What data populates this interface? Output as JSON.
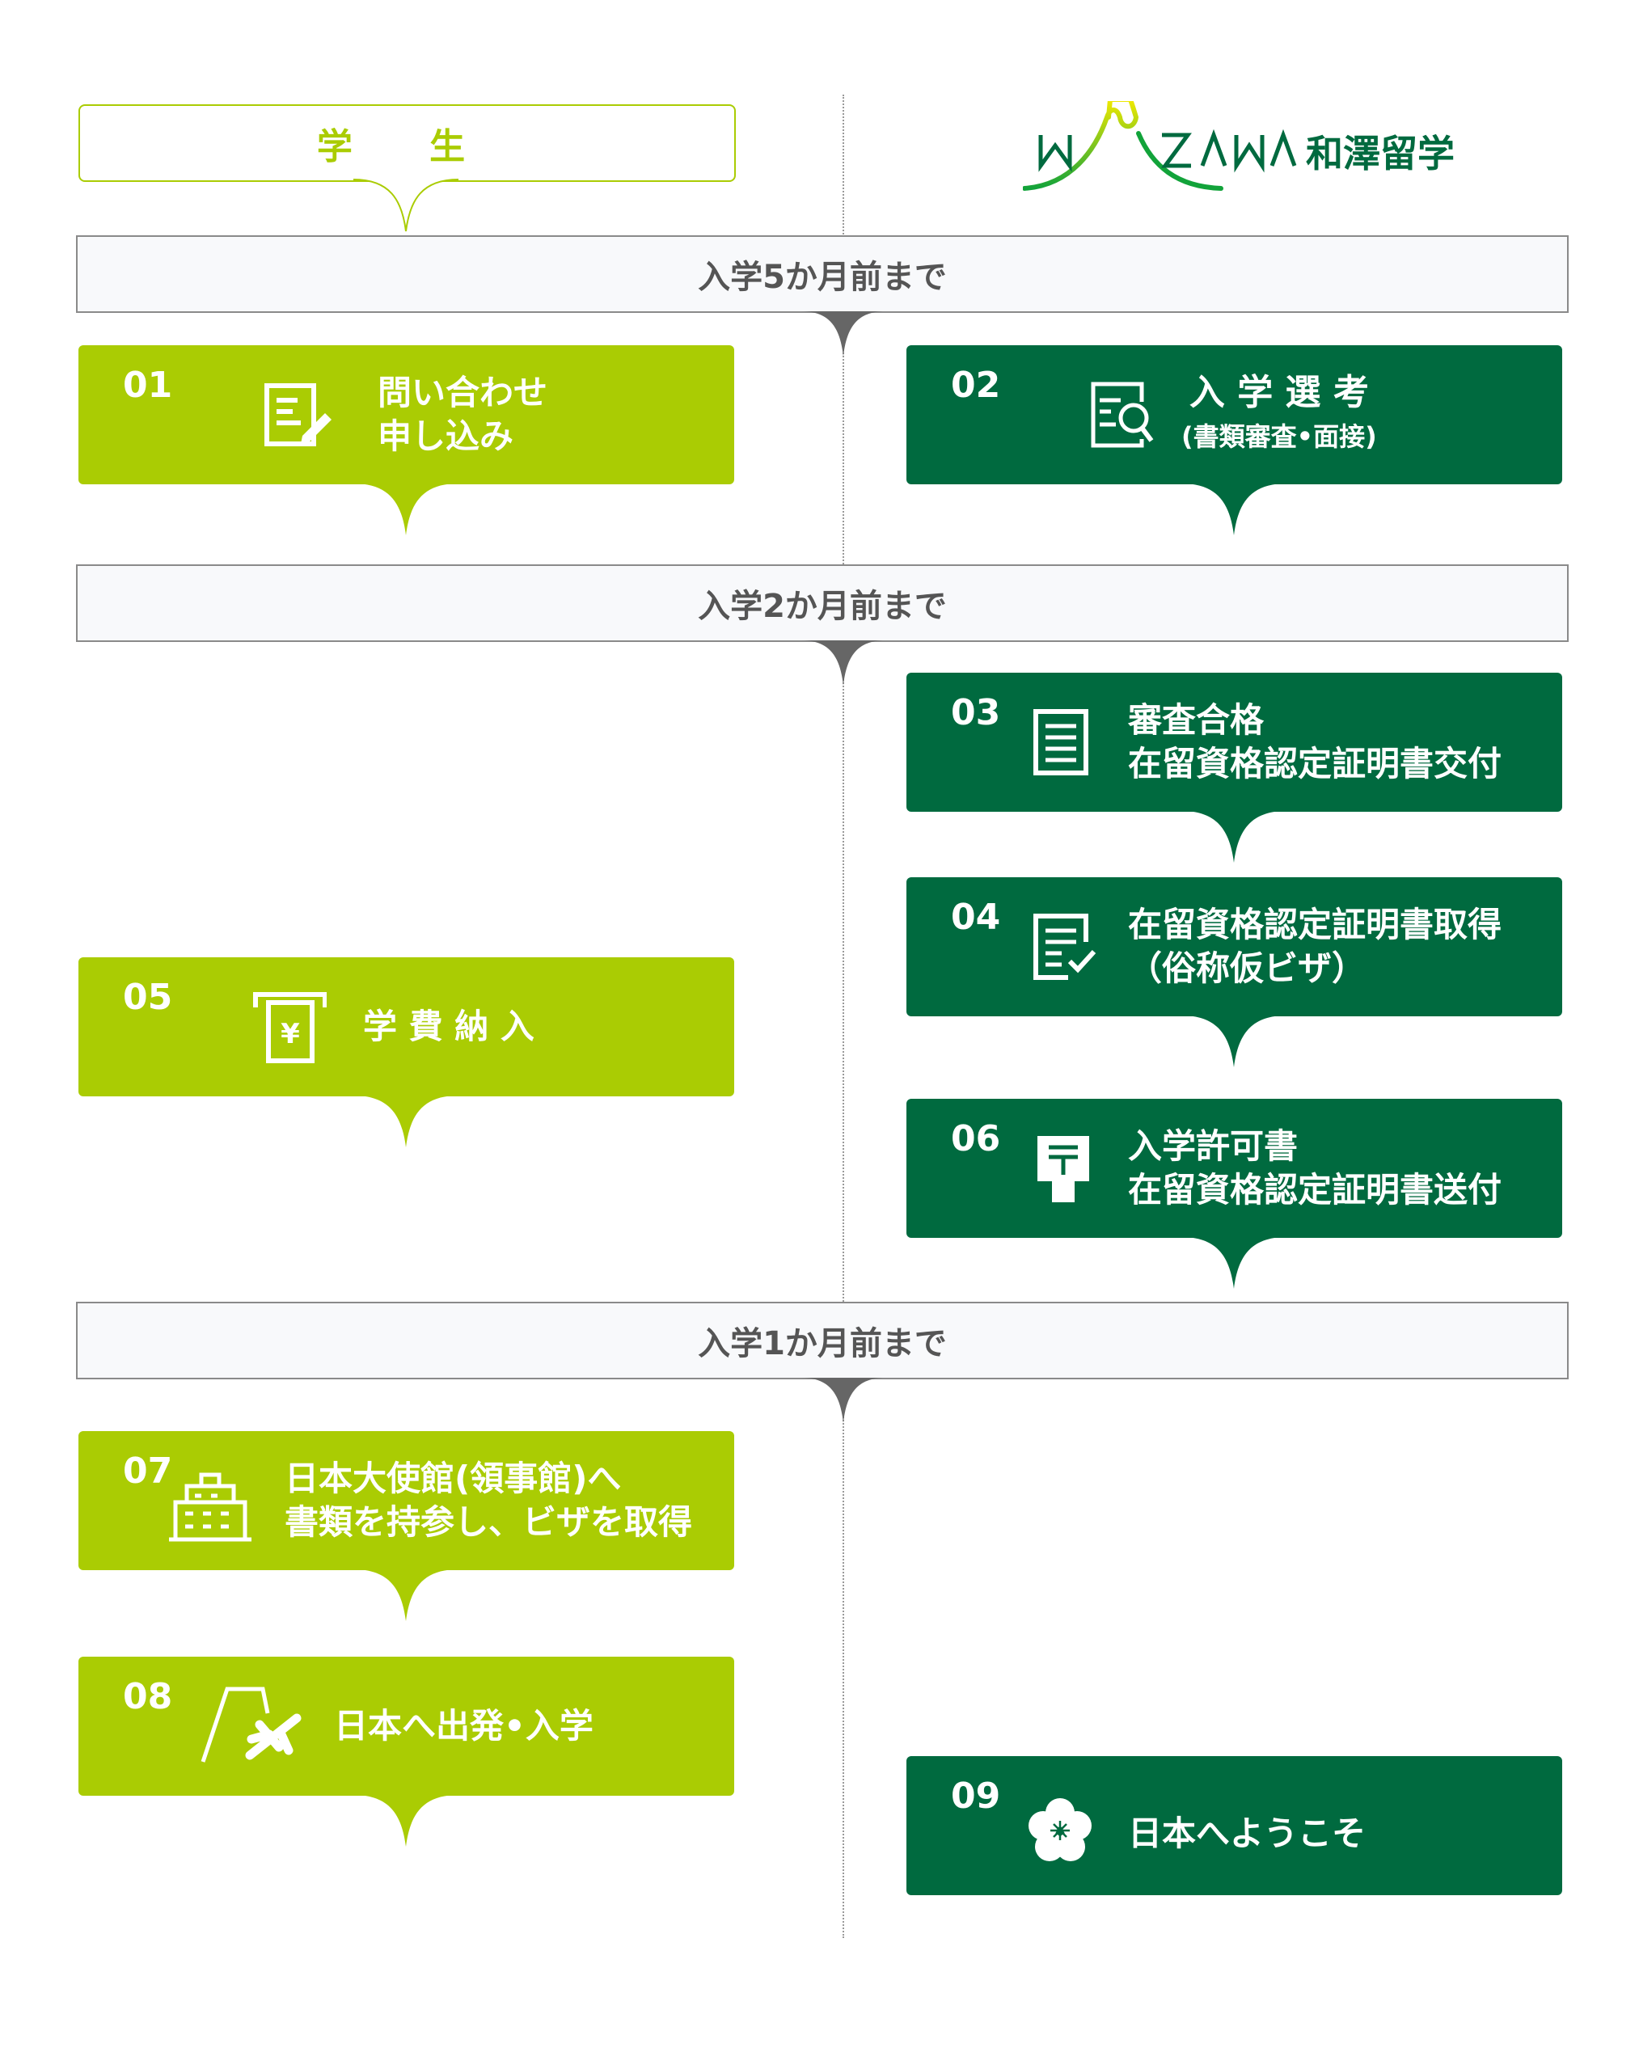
{
  "header": {
    "student_label": "学 生",
    "logo_text": "WAZAWA",
    "logo_kanji": "和澤留学"
  },
  "colors": {
    "student": "#aacc03",
    "school": "#006a3f",
    "period_text": "#555555"
  },
  "periods": [
    "入学5か月前まで",
    "入学2か月前まで",
    "入学1か月前まで"
  ],
  "steps": [
    {
      "num": "01",
      "lines": [
        "問い合わせ",
        "申し込み"
      ],
      "icon": "form-pen-icon"
    },
    {
      "num": "02",
      "lines": [
        "入 学 選 考",
        "(書類審査•面接)"
      ],
      "icon": "document-search-icon"
    },
    {
      "num": "03",
      "lines": [
        "審査合格",
        "在留資格認定証明書交付"
      ],
      "icon": "document-icon"
    },
    {
      "num": "04",
      "lines": [
        "在留資格認定証明書取得",
        "（俗称仮ビザ）"
      ],
      "icon": "document-check-icon"
    },
    {
      "num": "05",
      "lines": [
        "学 費 納 入"
      ],
      "icon": "yen-payment-icon"
    },
    {
      "num": "06",
      "lines": [
        "入学許可書",
        "在留資格認定証明書送付"
      ],
      "icon": "post-box-icon"
    },
    {
      "num": "07",
      "lines": [
        "日本大使館(領事館)へ",
        "書類を持参し、ビザを取得"
      ],
      "icon": "embassy-building-icon"
    },
    {
      "num": "08",
      "lines": [
        "日本へ出発•入学"
      ],
      "icon": "airplane-departure-icon"
    },
    {
      "num": "09",
      "lines": [
        "日本へようこそ"
      ],
      "icon": "plum-blossom-icon"
    }
  ]
}
